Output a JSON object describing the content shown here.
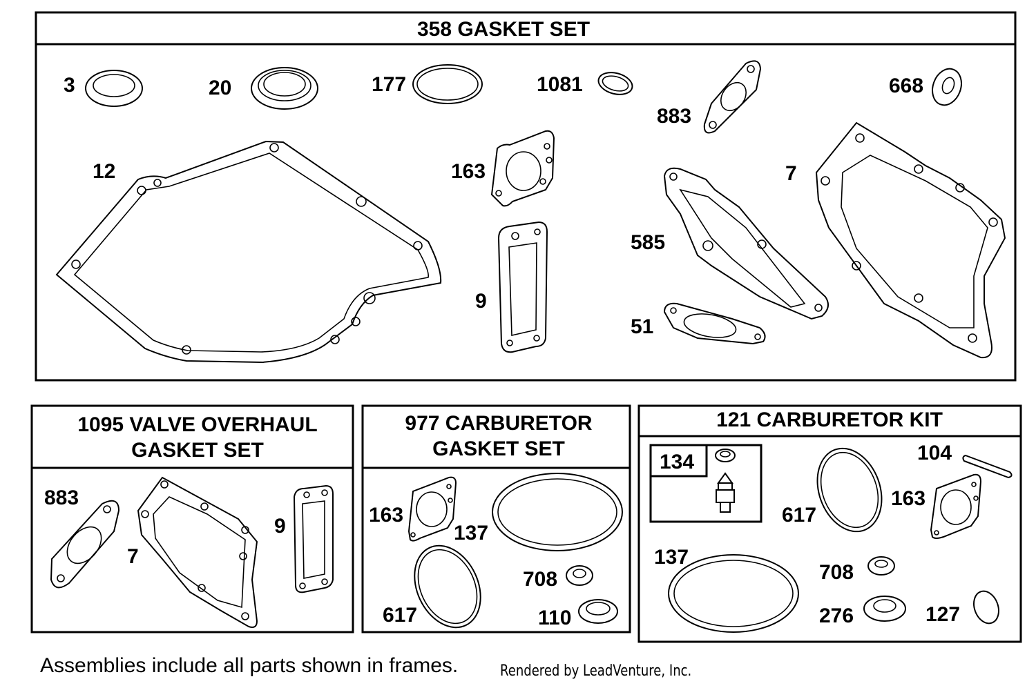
{
  "frames": {
    "gasket_set": "358 GASKET SET",
    "valve_overhaul_line1": "1095 VALVE OVERHAUL",
    "valve_overhaul_line2": "GASKET SET",
    "carb_gasket_line1": "977 CARBURETOR",
    "carb_gasket_line2": "GASKET SET",
    "carb_kit": "121 CARBURETOR KIT"
  },
  "labels": {
    "gs_3": "3",
    "gs_20": "20",
    "gs_177": "177",
    "gs_1081": "1081",
    "gs_883": "883",
    "gs_668": "668",
    "gs_12": "12",
    "gs_163": "163",
    "gs_7": "7",
    "gs_585": "585",
    "gs_9": "9",
    "gs_51": "51",
    "vo_883": "883",
    "vo_7": "7",
    "vo_9": "9",
    "cg_163": "163",
    "cg_137": "137",
    "cg_708": "708",
    "cg_617": "617",
    "cg_110": "110",
    "ck_134": "134",
    "ck_617": "617",
    "ck_104": "104",
    "ck_163": "163",
    "ck_137": "137",
    "ck_708": "708",
    "ck_276": "276",
    "ck_127": "127"
  },
  "footer": {
    "note": "Assemblies include all parts shown in frames.",
    "credit": "Rendered by LeadVenture, Inc."
  }
}
